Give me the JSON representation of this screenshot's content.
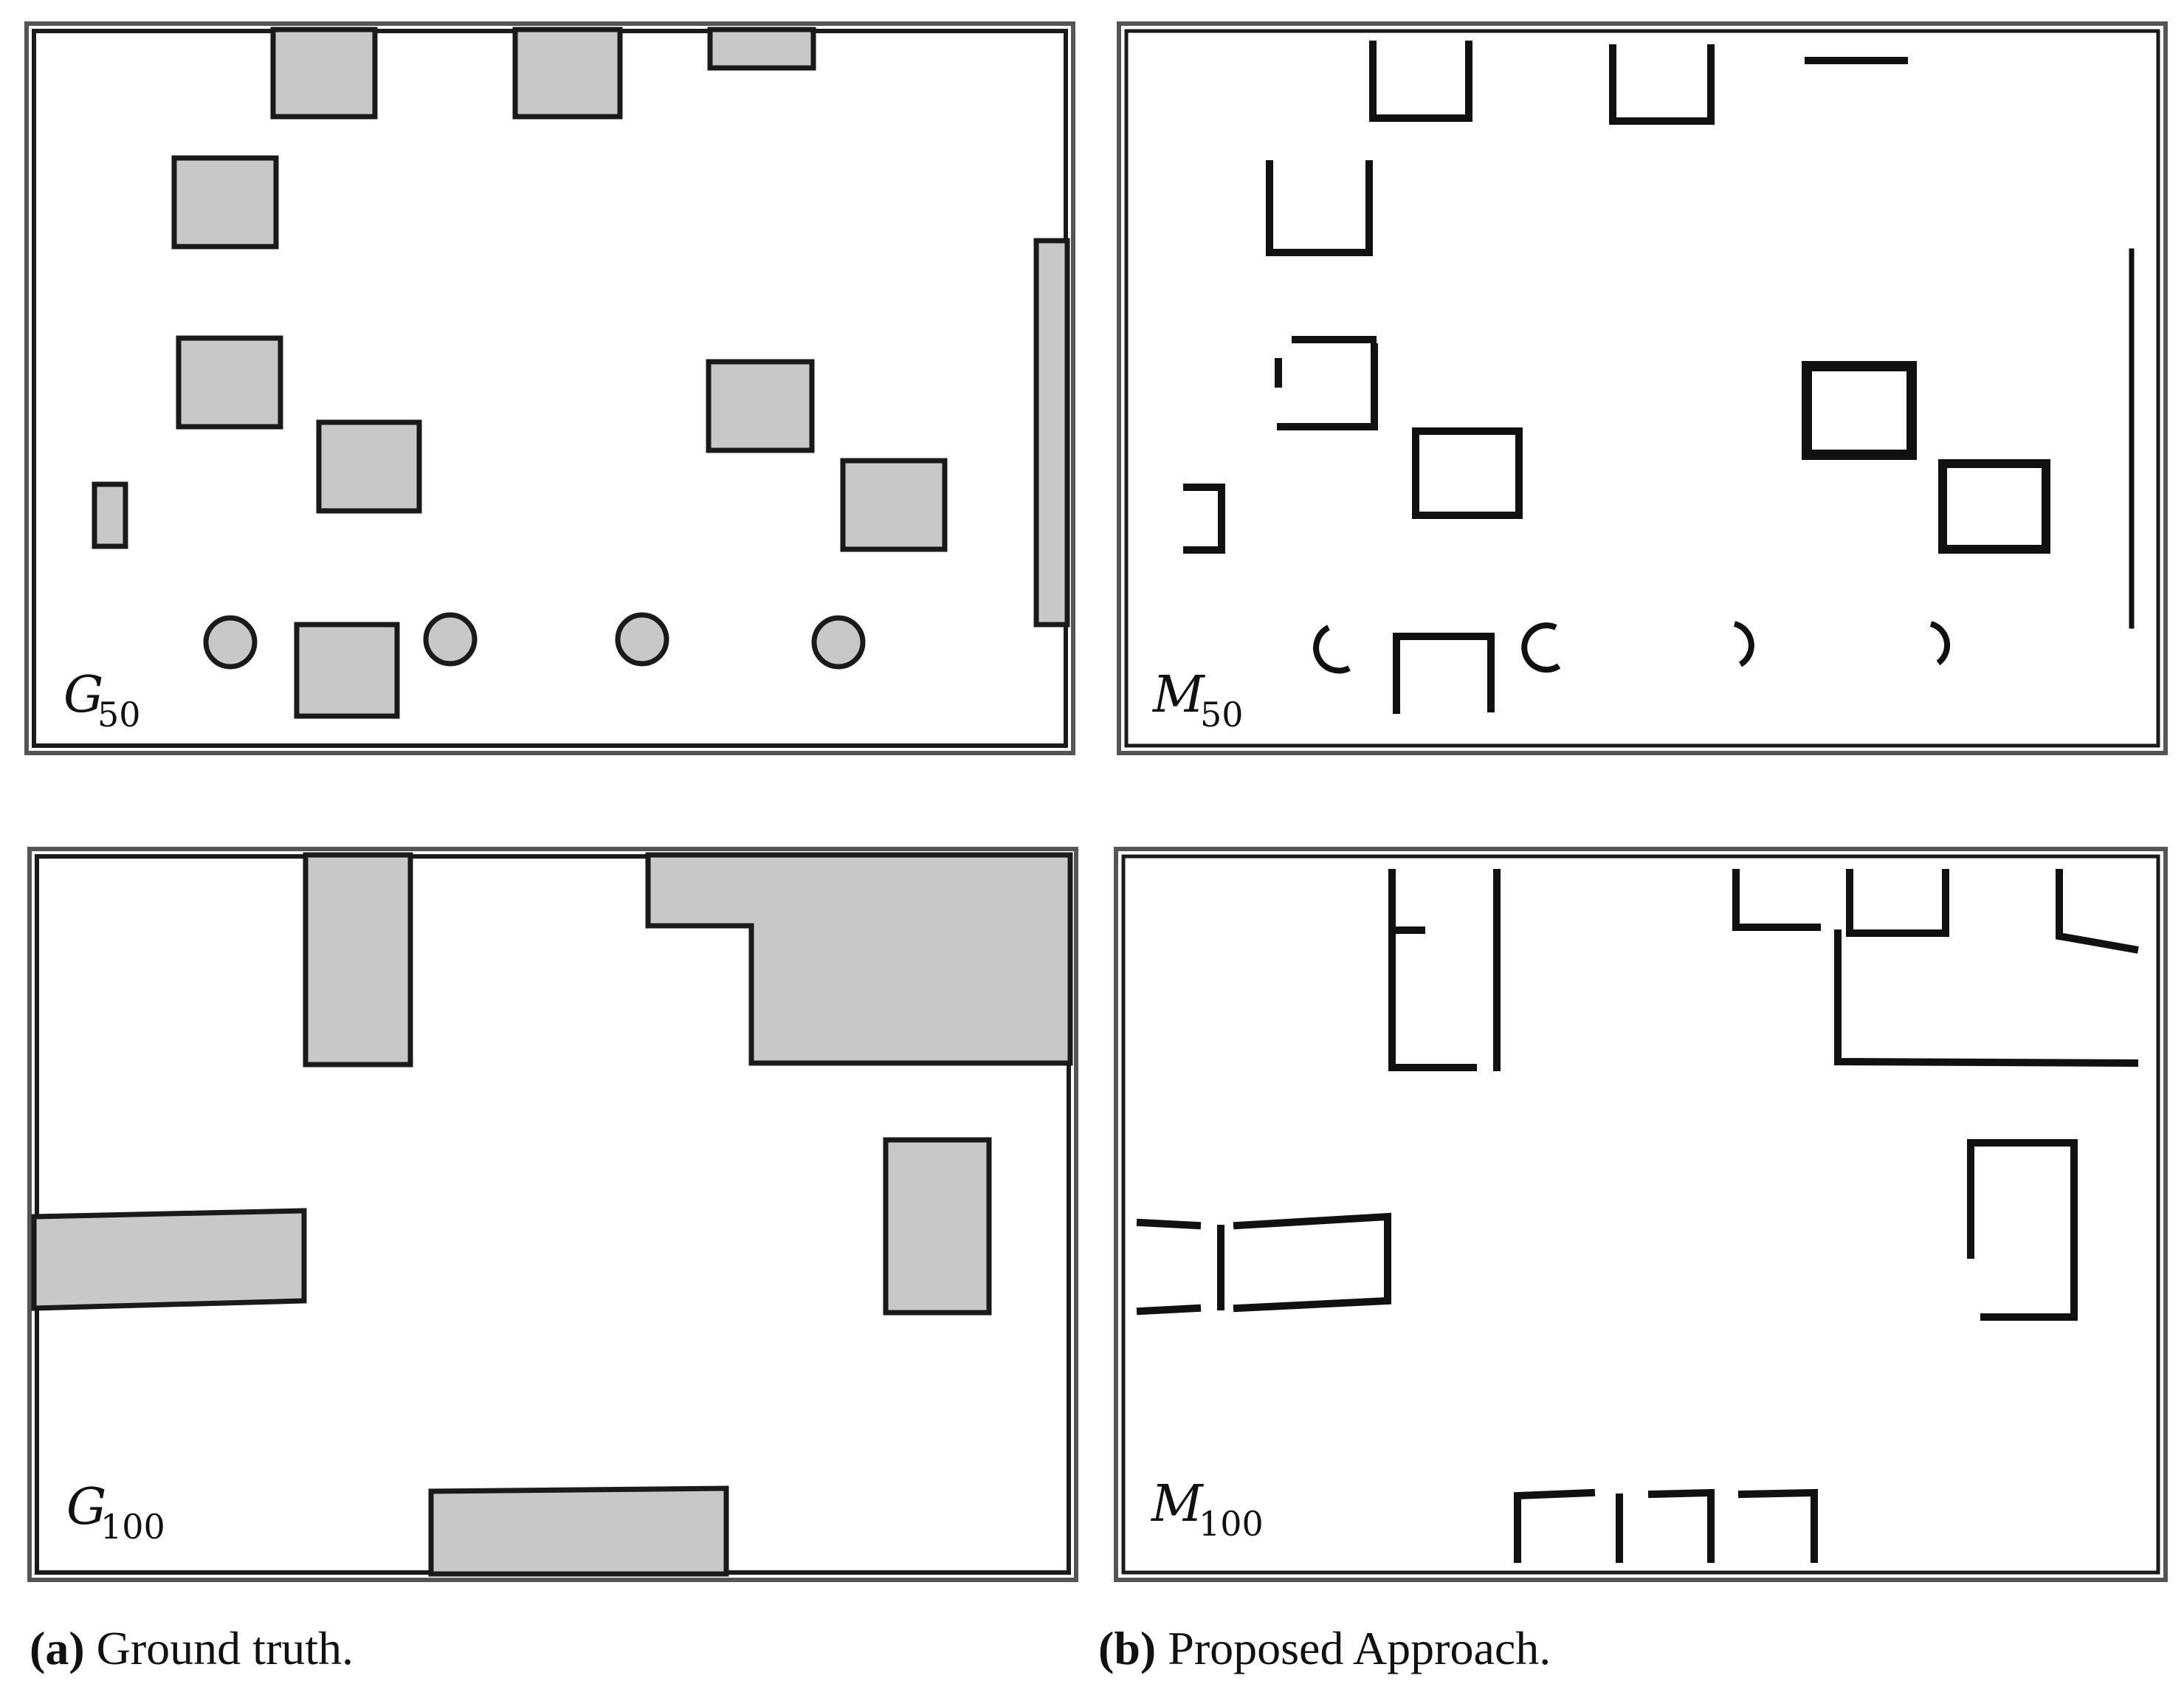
{
  "panels": [
    {
      "id": "g50",
      "label": "G",
      "subscript": "50"
    },
    {
      "id": "m50",
      "label": "M",
      "subscript": "50"
    },
    {
      "id": "g100",
      "label": "G",
      "subscript": "100"
    },
    {
      "id": "m100",
      "label": "M",
      "subscript": "100"
    }
  ],
  "captions": {
    "a": {
      "tag": "(a)",
      "text": "Ground truth."
    },
    "b": {
      "tag": "(b)",
      "text": "Proposed Approach."
    }
  },
  "colors": {
    "obstacle_fill": "#c8c8c8",
    "outline": "#1a1a1a",
    "free_space": "#ffffff",
    "frame": "#555555"
  }
}
